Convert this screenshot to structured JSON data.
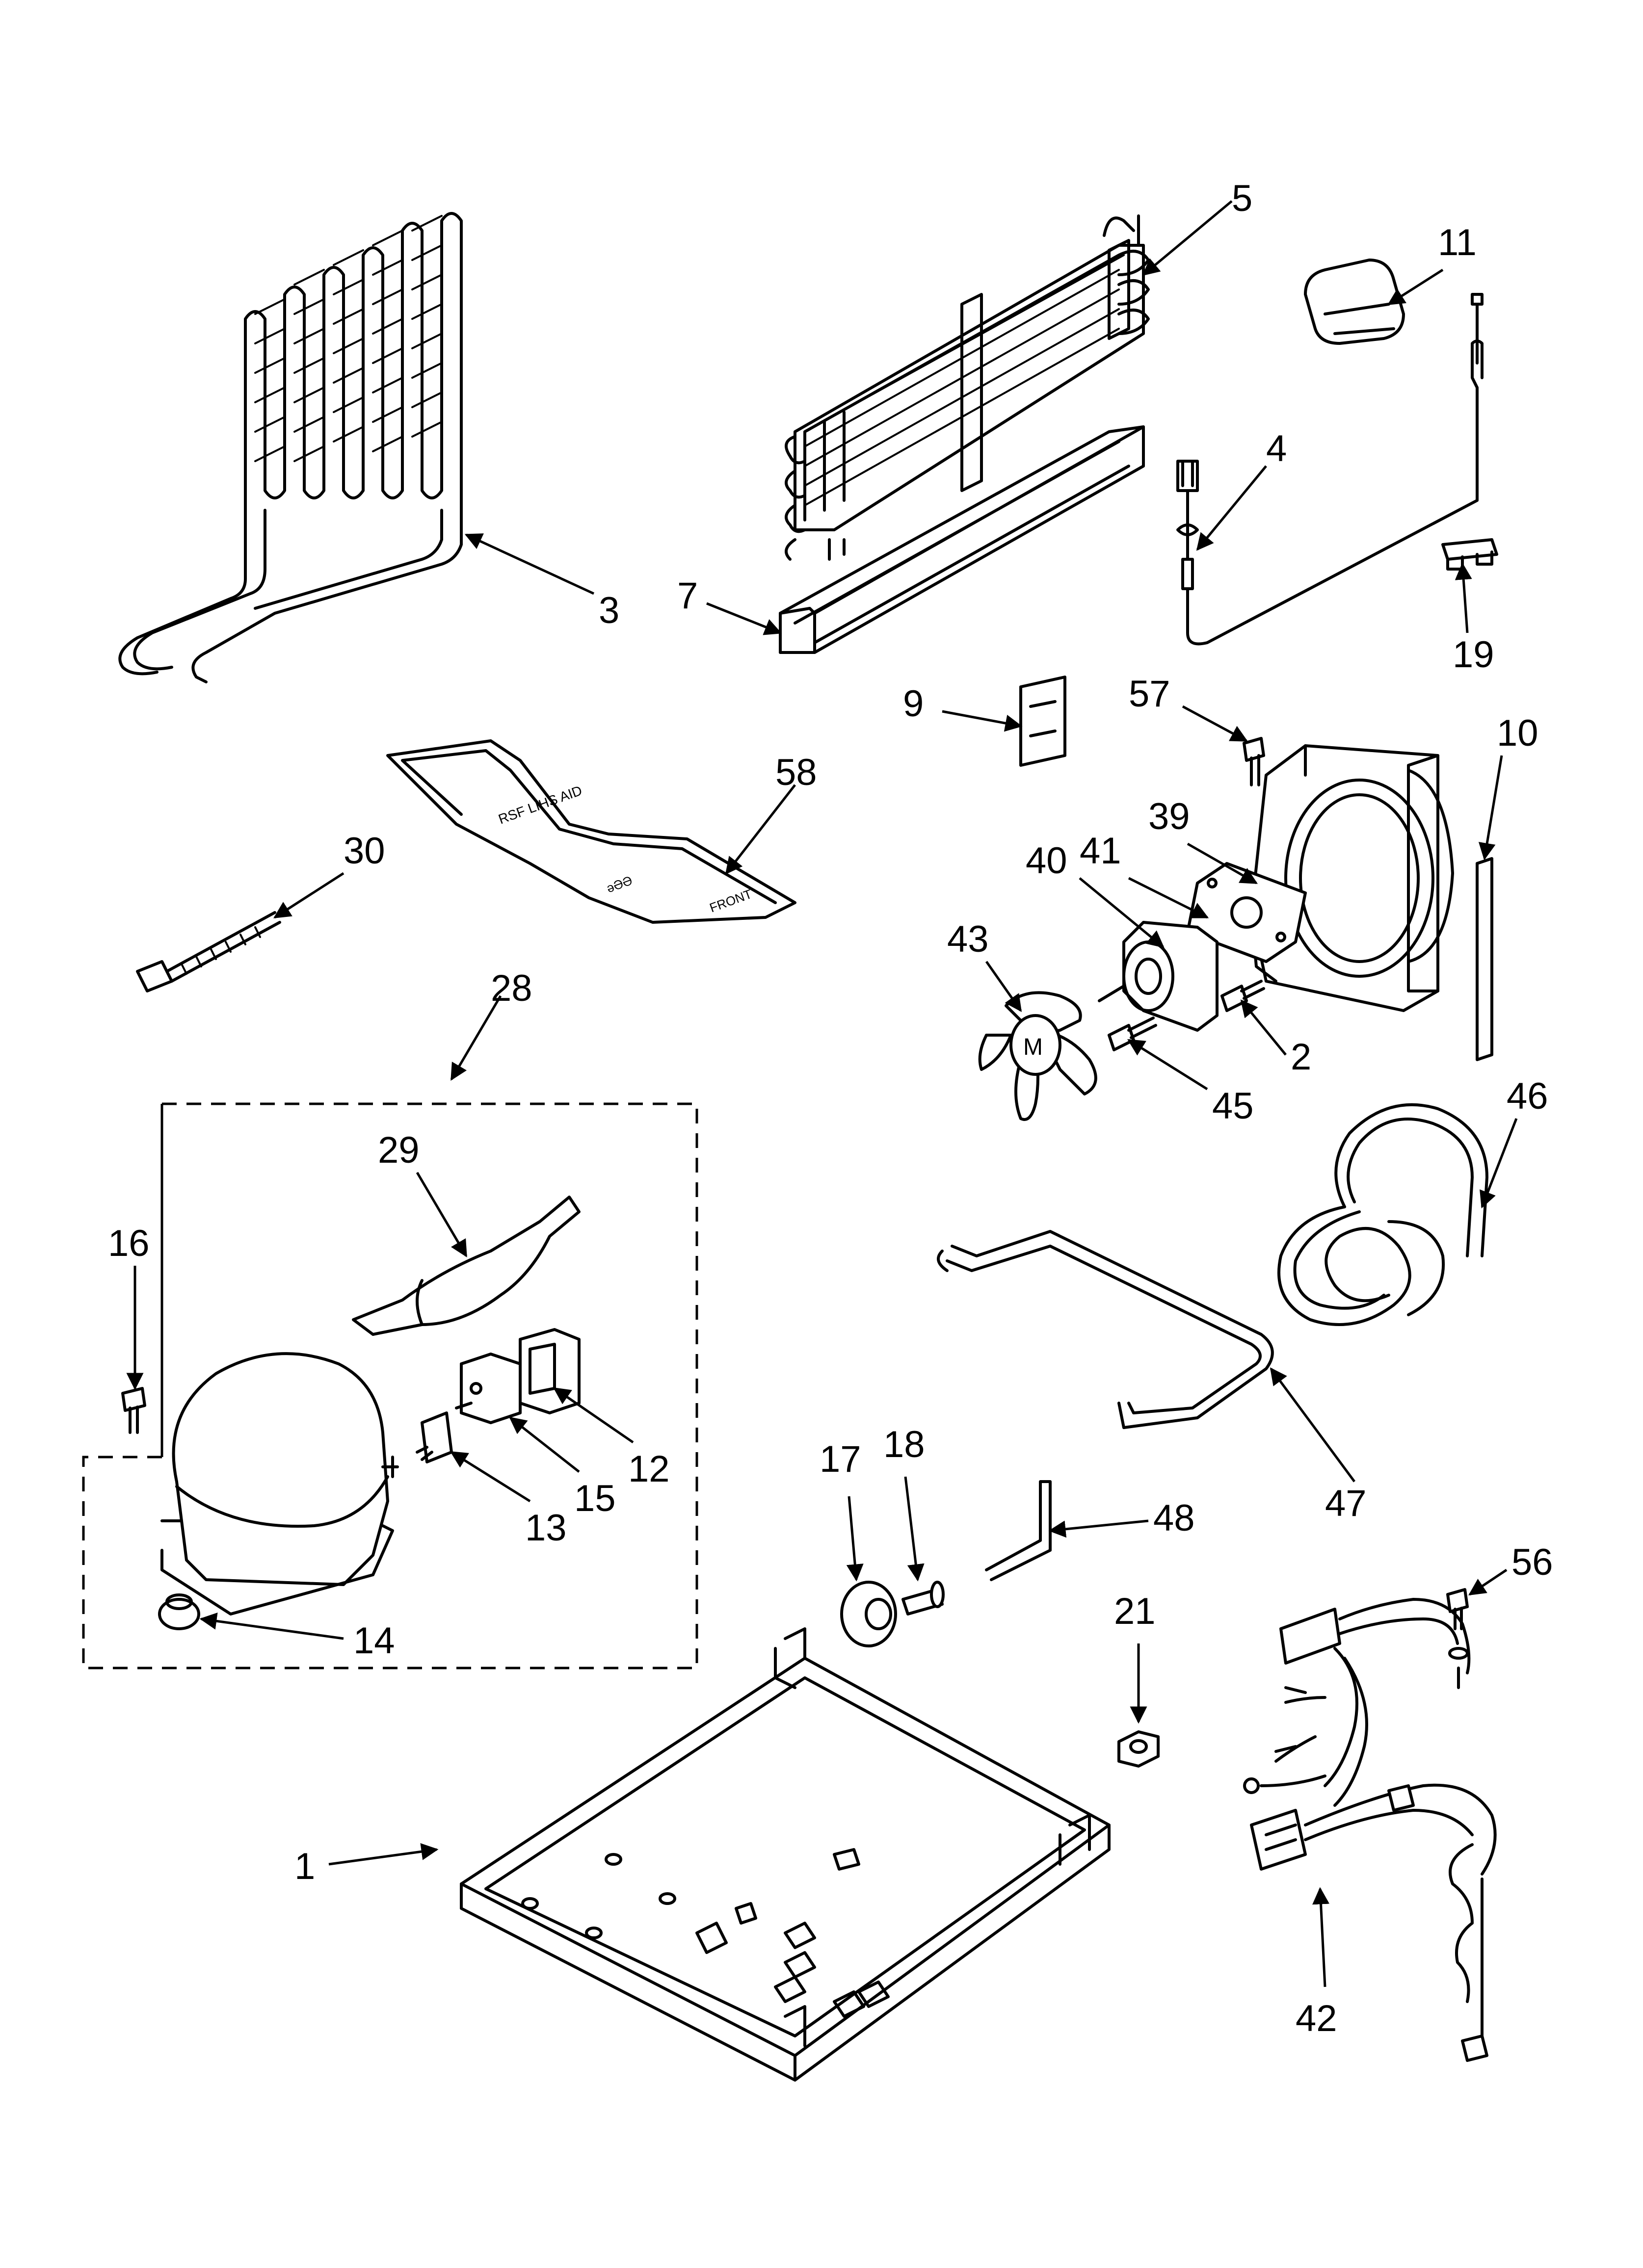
{
  "callouts": {
    "c1": "1",
    "c2": "2",
    "c3": "3",
    "c4": "4",
    "c5": "5",
    "c7": "7",
    "c9": "9",
    "c10": "10",
    "c11": "11",
    "c12": "12",
    "c13": "13",
    "c14": "14",
    "c15": "15",
    "c16": "16",
    "c17": "17",
    "c18": "18",
    "c19": "19",
    "c21": "21",
    "c28": "28",
    "c29": "29",
    "c30": "30",
    "c39": "39",
    "c40": "40",
    "c41": "41",
    "c42": "42",
    "c43": "43",
    "c45": "45",
    "c46": "46",
    "c47": "47",
    "c48": "48",
    "c56": "56",
    "c57": "57",
    "c58": "58"
  }
}
